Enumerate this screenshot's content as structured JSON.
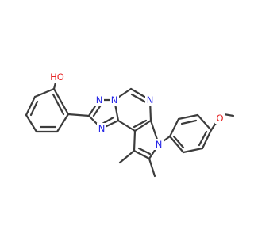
{
  "molecule": {
    "colors": {
      "bond": "#3c3c3c",
      "nitrogen": "#2323e6",
      "oxygen": "#e62323",
      "background": "#ffffff"
    },
    "atom_labels": {
      "hydroxyl": "HO",
      "triazole_n1": "N",
      "triazole_n2": "N",
      "triazole_n3": "N",
      "pyrimidine_n": "N",
      "pyrrole_n": "N",
      "methoxy_o": "O"
    }
  }
}
